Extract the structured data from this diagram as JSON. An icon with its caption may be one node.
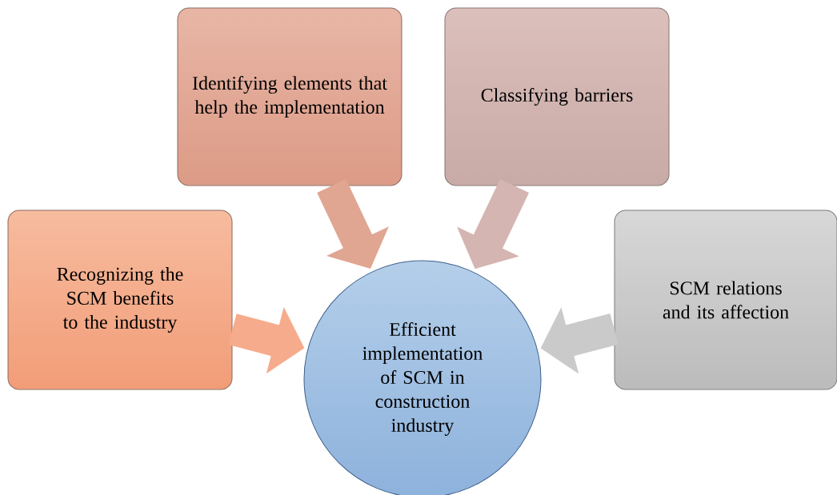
{
  "diagram": {
    "nodes": [
      {
        "text": [
          "Identifying elements that help the implementation"
        ]
      },
      {
        "text": [
          "Classifying barriers"
        ]
      },
      {
        "text": [
          "Recognizing the SCM benefits to the industry"
        ]
      },
      {
        "text": [
          "SCM relations and its affection"
        ]
      },
      {
        "text": [
          "Efficient implementation of SCM in construction industry"
        ]
      }
    ],
    "edges": [
      {
        "from": 0,
        "to": 4,
        "arrow": "to",
        "color": "#e0a692"
      },
      {
        "from": 1,
        "to": 4,
        "arrow": "to",
        "color": "#d5b5b1"
      },
      {
        "from": 2,
        "to": 4,
        "arrow": "to",
        "color": "#f6ac8c"
      },
      {
        "from": 3,
        "to": 4,
        "arrow": "to",
        "color": "#cacaca"
      }
    ]
  }
}
